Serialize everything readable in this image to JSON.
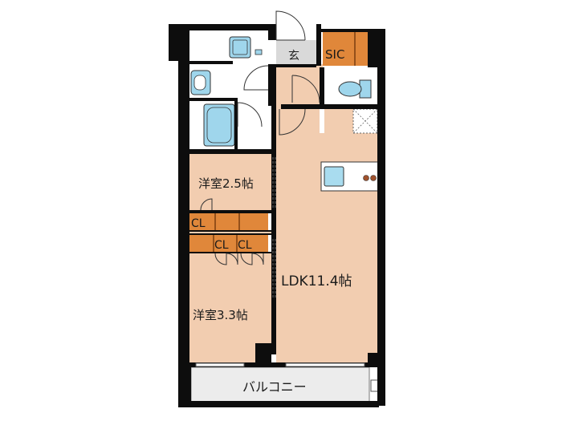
{
  "labels": {
    "entrance": "玄",
    "sic": "SIC",
    "western_room_1": "洋室2.5帖",
    "closet_1": "CL",
    "closet_2": "CL",
    "closet_3": "CL",
    "ldk": "LDK11.4帖",
    "western_room_2": "洋室3.3帖",
    "balcony": "バルコニー"
  },
  "colors": {
    "wall": "#0d0d0d",
    "room_floor": "#f2cdb0",
    "wet_floor": "#ffffff",
    "entrance_floor": "#d9d9d9",
    "closet": "#e0873a",
    "fixture": "#9fd6ec",
    "balcony": "#ececec",
    "kitchen_counter": "#a9dcef"
  }
}
